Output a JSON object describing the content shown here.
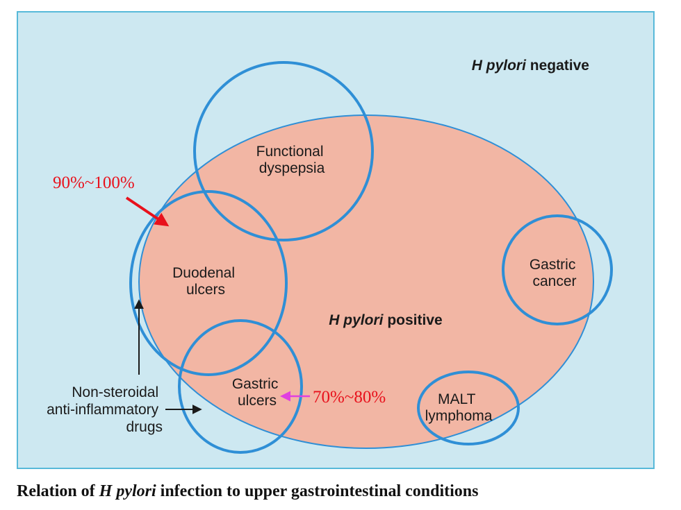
{
  "labels": {
    "negative_italic": "H pylori",
    "negative_rest": " negative",
    "positive_italic": "H pylori",
    "positive_rest": " positive",
    "functional_line1": "Functional",
    "functional_line2": "dyspepsia",
    "duodenal_line1": "Duodenal",
    "duodenal_line2": "ulcers",
    "gastric_cancer_line1": "Gastric",
    "gastric_cancer_line2": "cancer",
    "gastric_ulcers_line1": "Gastric",
    "gastric_ulcers_line2": "ulcers",
    "malt_line1": "MALT",
    "malt_line2": "lymphoma",
    "nsaid_line1": "Non-steroidal",
    "nsaid_line2": "anti-inflammatory",
    "nsaid_line3": "drugs"
  },
  "annotations": {
    "duodenal_pct": "90%~100%",
    "gastric_pct": "70%~80%"
  },
  "caption": {
    "part1": "Relation of ",
    "italic": "H pylori",
    "part2": " infection to upper gastrointestinal conditions"
  },
  "colors": {
    "background": "#cde8f1",
    "positive_fill": "#f2b6a4",
    "circle_stroke": "#2f8fd6",
    "annotation_red": "#e8111c",
    "annotation_magenta": "#e040e0"
  }
}
